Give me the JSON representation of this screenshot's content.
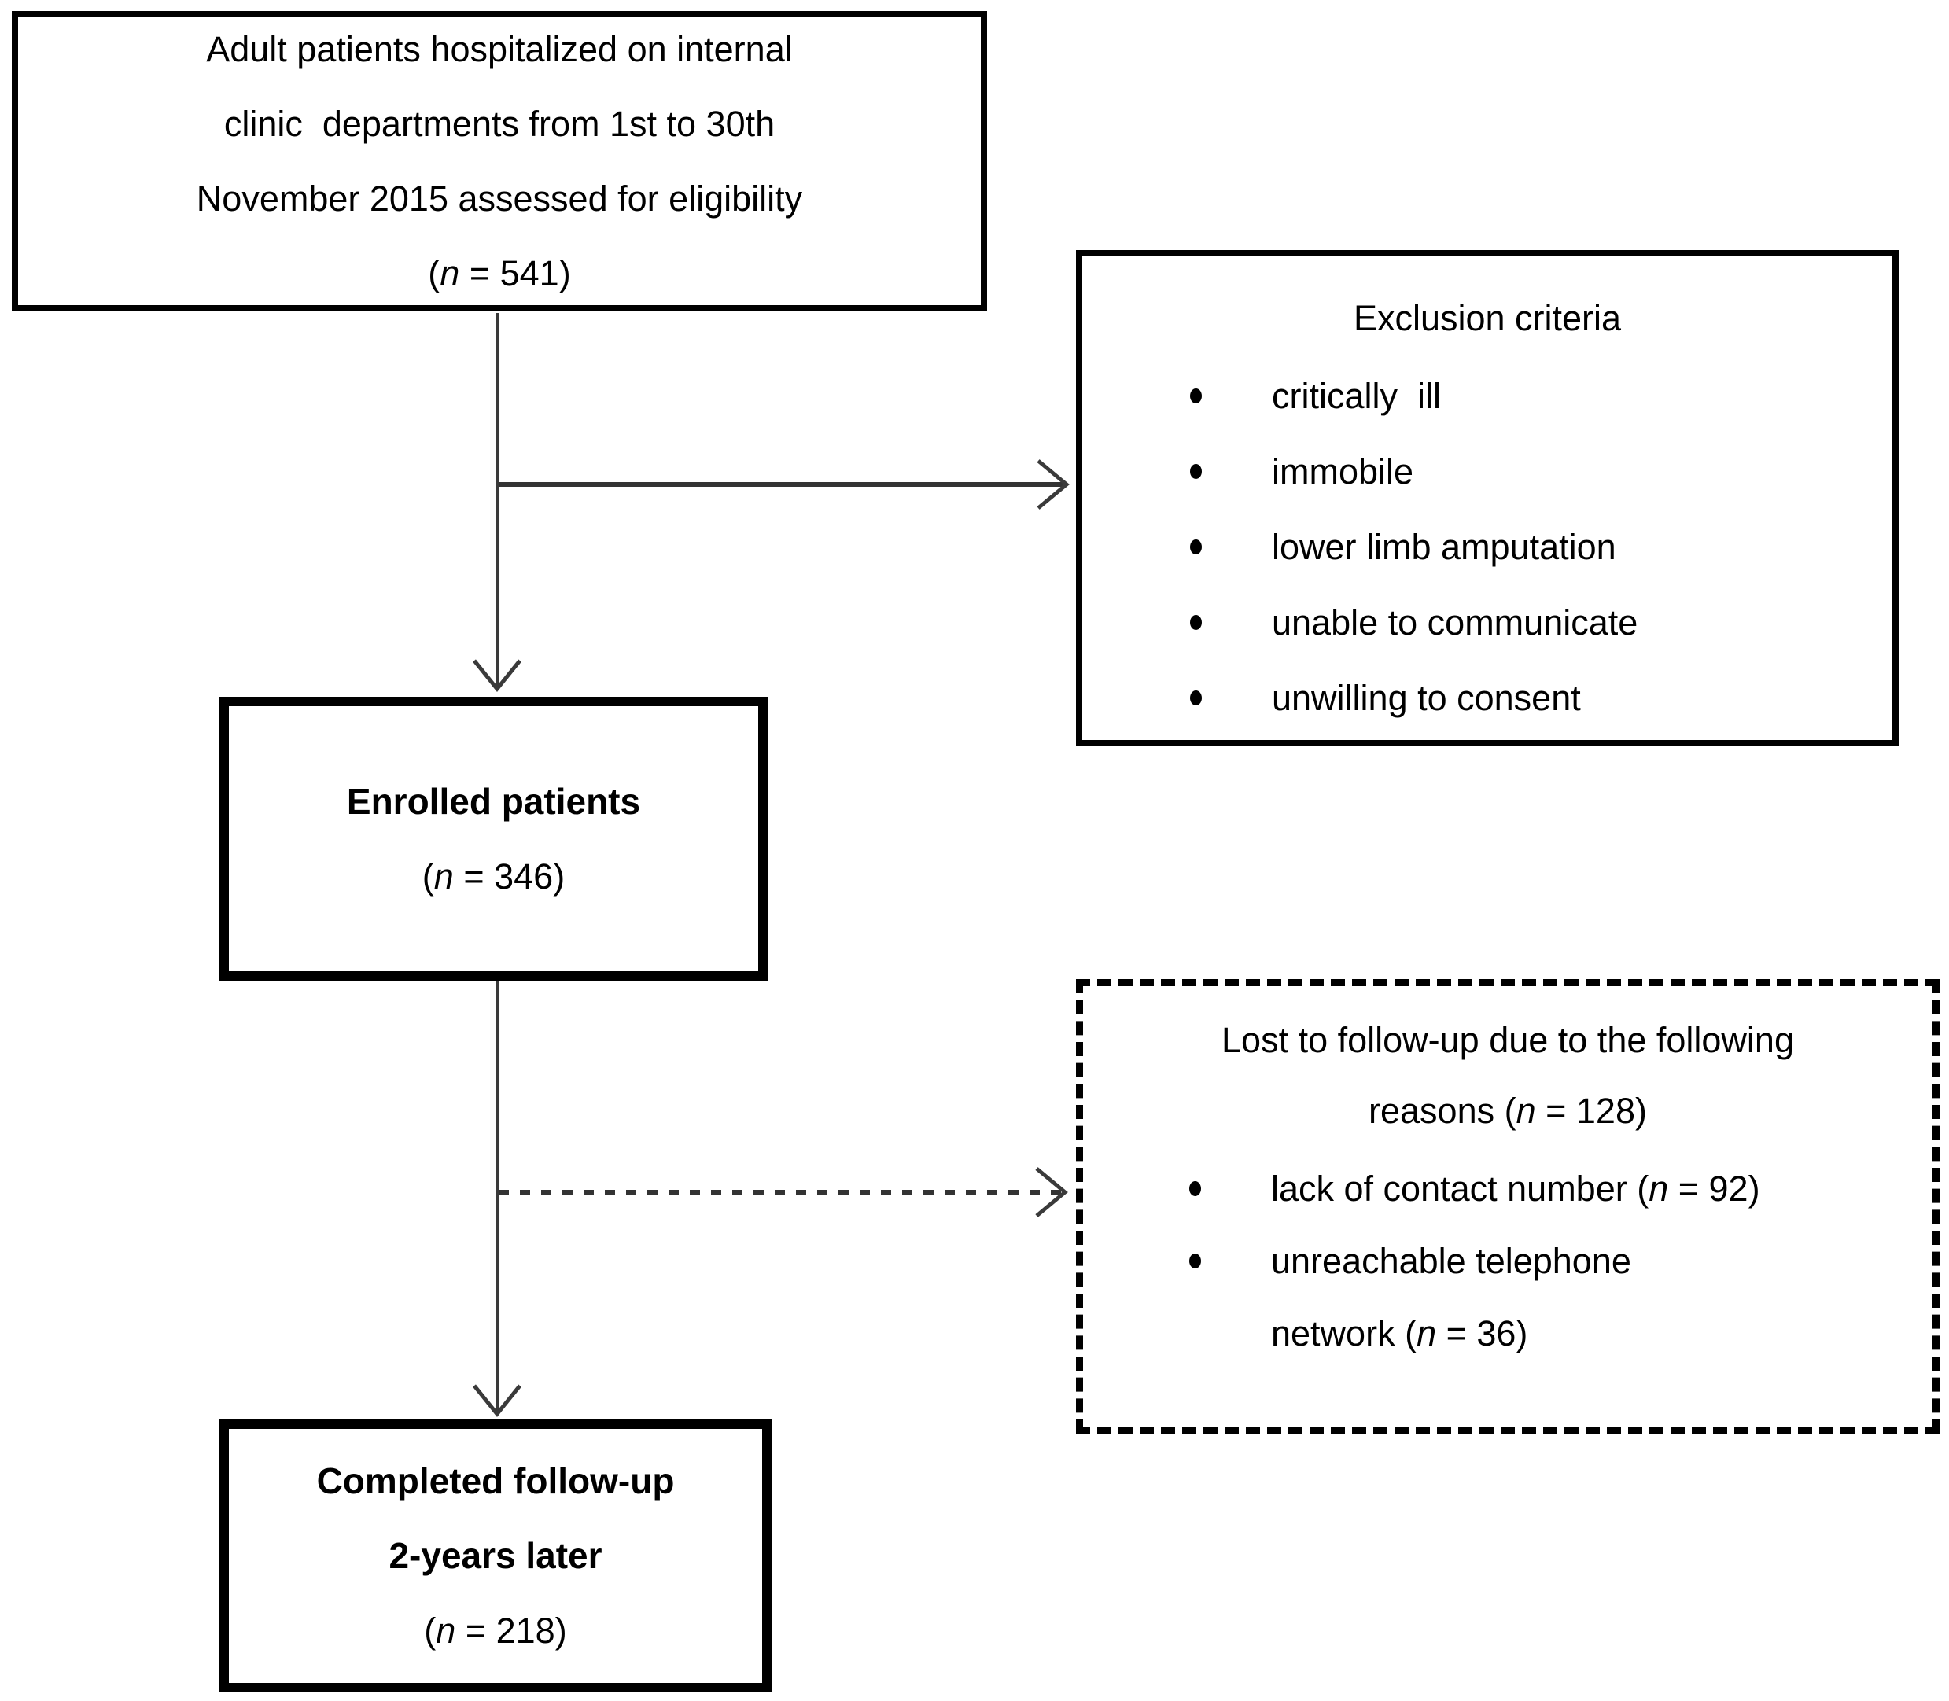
{
  "diagram": {
    "eligibility": {
      "text": "Adult patients hospitalized on internal\nclinic  departments from 1st to 30th\nNovember 2015 assessed for eligibility\n(n = 541)"
    },
    "exclusion": {
      "title": "Exclusion criteria",
      "items": [
        "critically  ill",
        "immobile",
        "lower limb amputation",
        "unable to communicate",
        "unwilling to consent"
      ]
    },
    "enrolled": {
      "title": "Enrolled patients",
      "count": "(n = 346)"
    },
    "lost": {
      "title": "Lost to follow-up due to the following\nreasons (n = 128)",
      "items": [
        "lack of contact number (n = 92)",
        "unreachable telephone\nnetwork (n = 36)"
      ]
    },
    "completed": {
      "title": "Completed follow-up\n2-years later",
      "count": "(n = 218)"
    },
    "colors": {
      "ink": "#000000",
      "arrow": "#3a3a3a"
    }
  }
}
